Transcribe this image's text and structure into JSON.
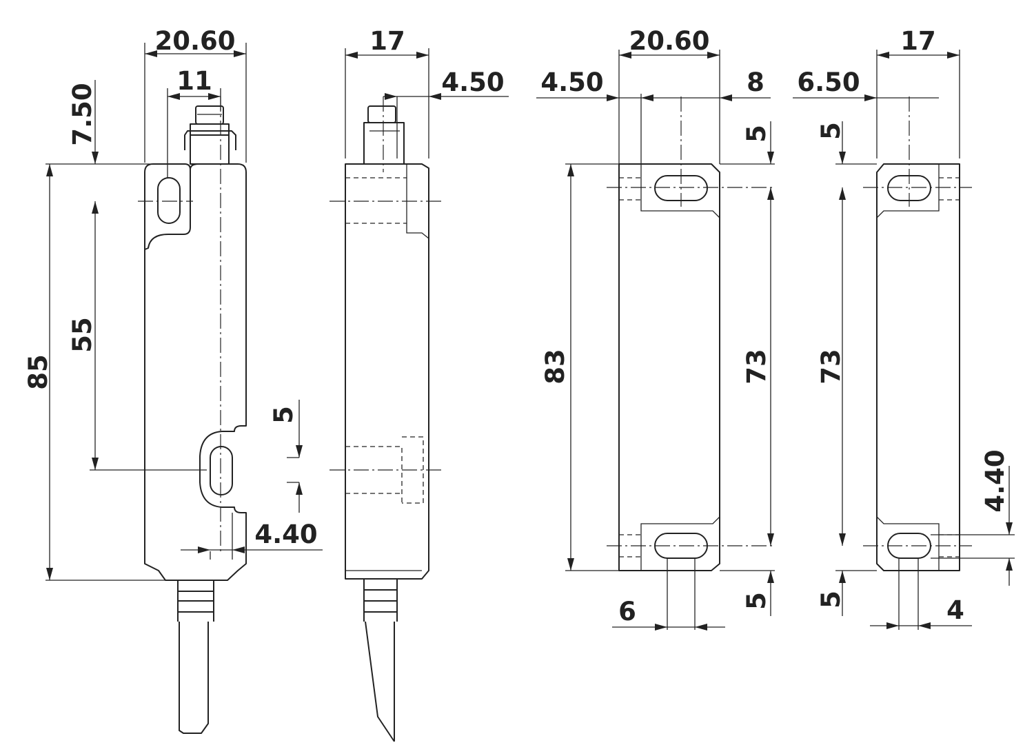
{
  "dimensions": {
    "v1_width": "20.60",
    "v1_hole_spacing_x": "11",
    "v1_top_offset": "7.50",
    "v1_height": "85",
    "v1_hole_spacing_y": "55",
    "v1_slot_length": "5",
    "v1_slot_width": "4.40",
    "v2_depth": "17",
    "v2_cable_offset": "4.50",
    "v3_width": "20.60",
    "v3_left_offset": "4.50",
    "v3_slot_length": "8",
    "v3_top_margin": "5",
    "v3_height": "83",
    "v3_hole_spacing": "73",
    "v3_bottom_margin": "5",
    "v3_slot_width": "6",
    "v4_depth": "17",
    "v4_offset": "6.50",
    "v4_top_margin": "5",
    "v4_hole_spacing": "73",
    "v4_slot_width": "4.40",
    "v4_bottom_margin": "5",
    "v4_slot_depth": "4"
  }
}
